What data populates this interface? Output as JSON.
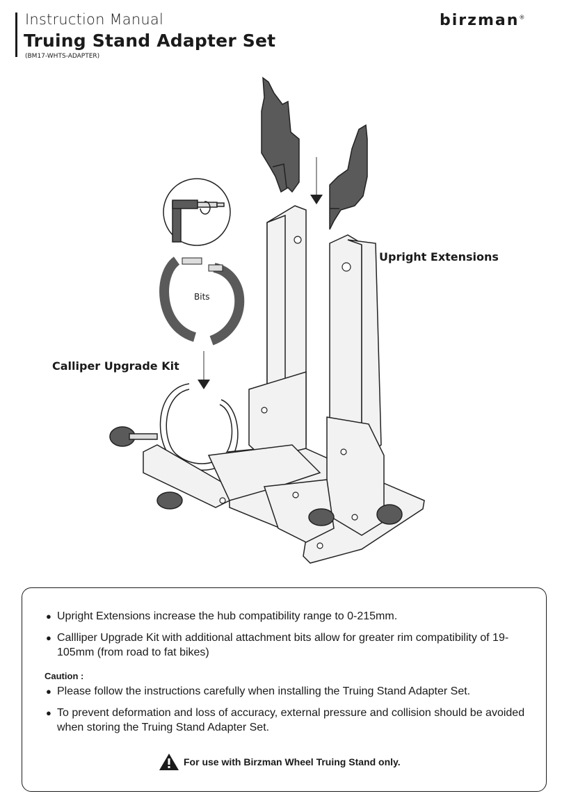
{
  "header": {
    "subtitle": "Instruction Manual",
    "title": "Truing Stand Adapter Set",
    "model": "(BM17-WHTS-ADAPTER)",
    "brand": "birzman",
    "brand_mark": "®"
  },
  "figure": {
    "labels": {
      "upright": "Upright Extensions",
      "caliper": "Calliper Upgrade Kit",
      "bits": "Bits"
    }
  },
  "info": {
    "bullets": [
      "Upright Extensions increase the hub compatibility range to 0-215mm.",
      "Callliper Upgrade Kit with additional attachment bits allow for greater rim compatibility of 19-105mm (from road to fat bikes)"
    ],
    "caution_label": "Caution :",
    "caution_items": [
      "Please follow the instructions carefully when installing the Truing Stand Adapter Set.",
      "To prevent deformation and loss of accuracy, external pressure and collision should be avoided when storing the Truing Stand Adapter Set."
    ],
    "warning": "For use with Birzman Wheel Truing Stand only."
  },
  "colors": {
    "ink": "#1a1a1a",
    "part_dark": "#5a5a5a",
    "stand_fill": "#f2f2f2"
  }
}
